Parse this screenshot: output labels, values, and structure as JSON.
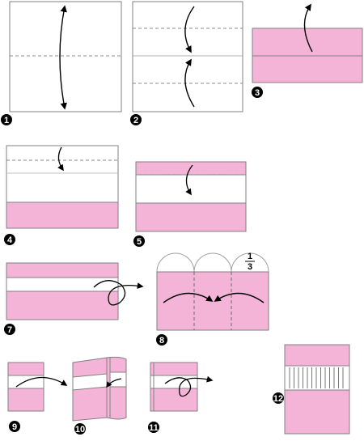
{
  "colors": {
    "paper_white": "#ffffff",
    "paper_pink": "#f4b4d8",
    "outline": "#808080",
    "fold_line": "#8a8a8a",
    "arrow": "#000000",
    "badge": "#000000"
  },
  "steps": [
    {
      "number": "1"
    },
    {
      "number": "2"
    },
    {
      "number": "3"
    },
    {
      "number": "4"
    },
    {
      "number": "5"
    },
    {
      "number": "7"
    },
    {
      "number": "8"
    },
    {
      "number": "9"
    },
    {
      "number": "10"
    },
    {
      "number": "11"
    },
    {
      "number": "12"
    }
  ],
  "fraction": {
    "numerator": "1",
    "denominator": "3"
  }
}
